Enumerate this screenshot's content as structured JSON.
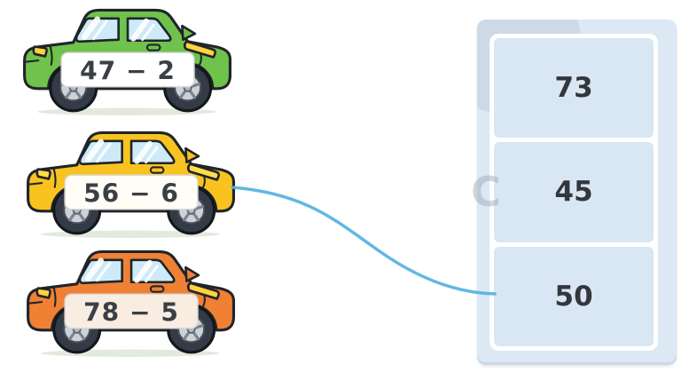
{
  "cars": [
    {
      "name": "green car",
      "expression": "47 − 2",
      "colors": {
        "body": "#6fc24b",
        "window": "#cdeaf8",
        "light": "#ffd23e",
        "plate": "#ffffff"
      }
    },
    {
      "name": "yellow car",
      "expression": "56 − 6",
      "colors": {
        "body": "#f9c31f",
        "window": "#cdeaf8",
        "light": "#ffdc4a",
        "plate": "#fffdf6"
      }
    },
    {
      "name": "orange car",
      "expression": "78 − 5",
      "colors": {
        "body": "#f08134",
        "window": "#cdeaf8",
        "light": "#ffd23e",
        "plate": "#f9ede2"
      }
    }
  ],
  "answers": [
    "73",
    "45",
    "50"
  ],
  "connection": {
    "from_expression": "56 − 6",
    "to_answer": "50"
  },
  "watermark": "C",
  "colors": {
    "line": "#54b2de",
    "panel_bg": "#dce8f4",
    "cell_bg": "#d9e6f3",
    "number_text": "#33363b"
  }
}
